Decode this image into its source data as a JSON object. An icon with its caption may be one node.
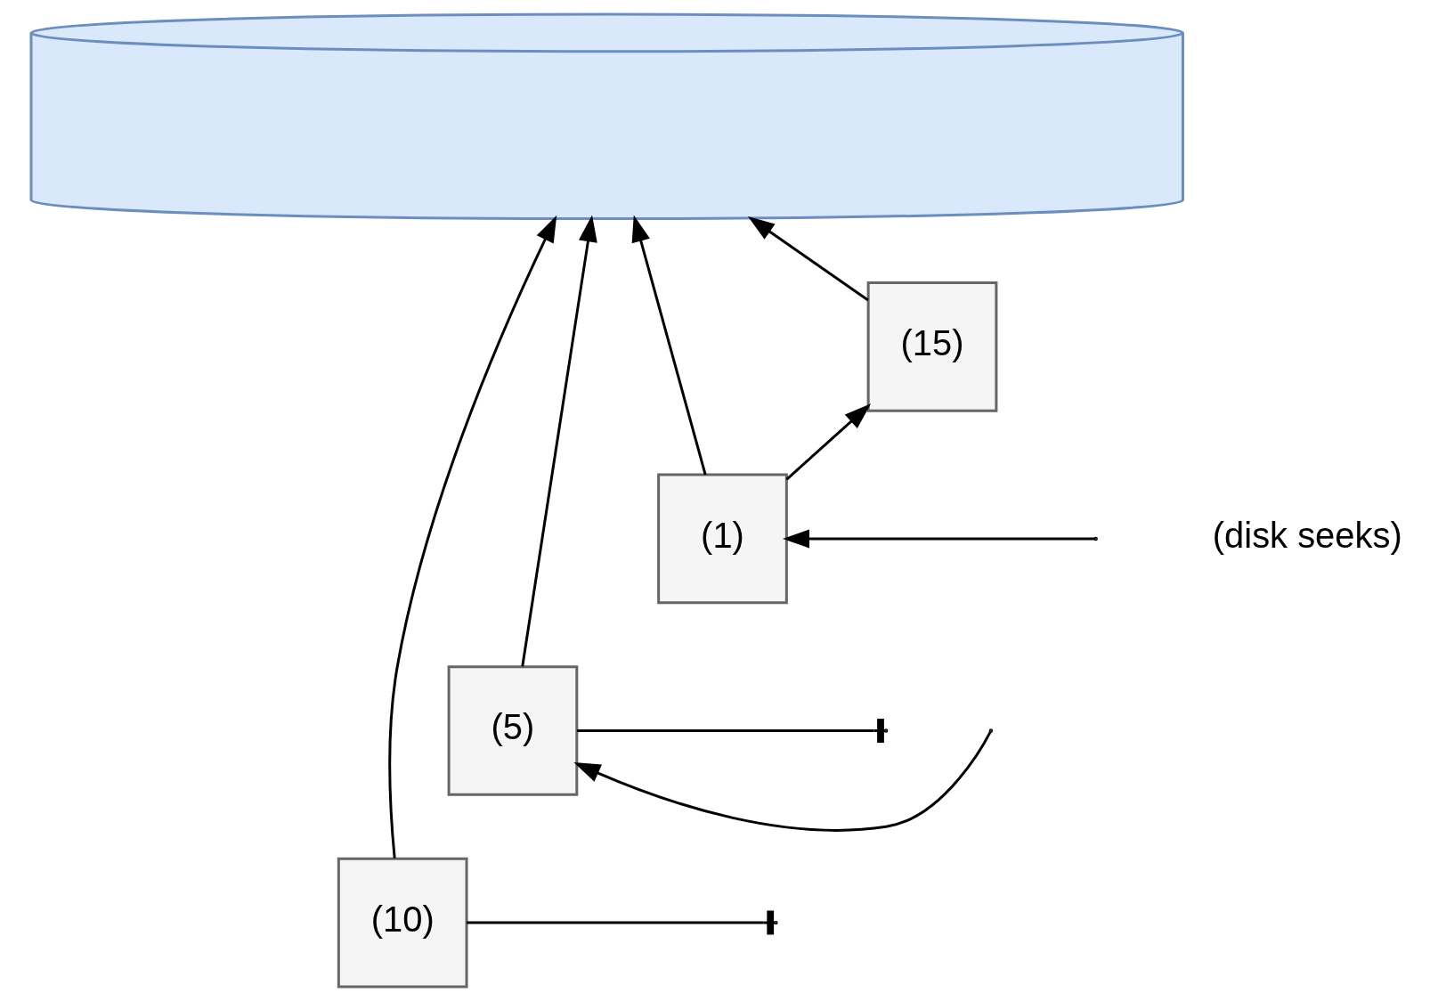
{
  "diagram": {
    "nodes": [
      {
        "text": [],
        "shape": "cylinder"
      },
      {
        "text": [
          "(1)"
        ]
      },
      {
        "text": [
          "(5)"
        ]
      },
      {
        "text": [
          "(10)"
        ]
      },
      {
        "text": [
          "(15)"
        ]
      }
    ],
    "edges": [
      {
        "from": 1,
        "to": 0,
        "arrow": "to"
      },
      {
        "from": 2,
        "to": 0,
        "arrow": "to"
      },
      {
        "from": 3,
        "to": 0,
        "arrow": "to"
      },
      {
        "from": 4,
        "to": 0,
        "arrow": "to"
      },
      {
        "from": 1,
        "to": 4,
        "arrow": "to"
      },
      {
        "from": null,
        "to": 1,
        "arrow": "to"
      },
      {
        "from": null,
        "to": 2,
        "arrow": "to"
      },
      {
        "from": 2,
        "to": null,
        "arrow": "other"
      },
      {
        "from": 3,
        "to": null,
        "arrow": "other"
      }
    ],
    "labels": [
      "(disk seeks)"
    ]
  }
}
